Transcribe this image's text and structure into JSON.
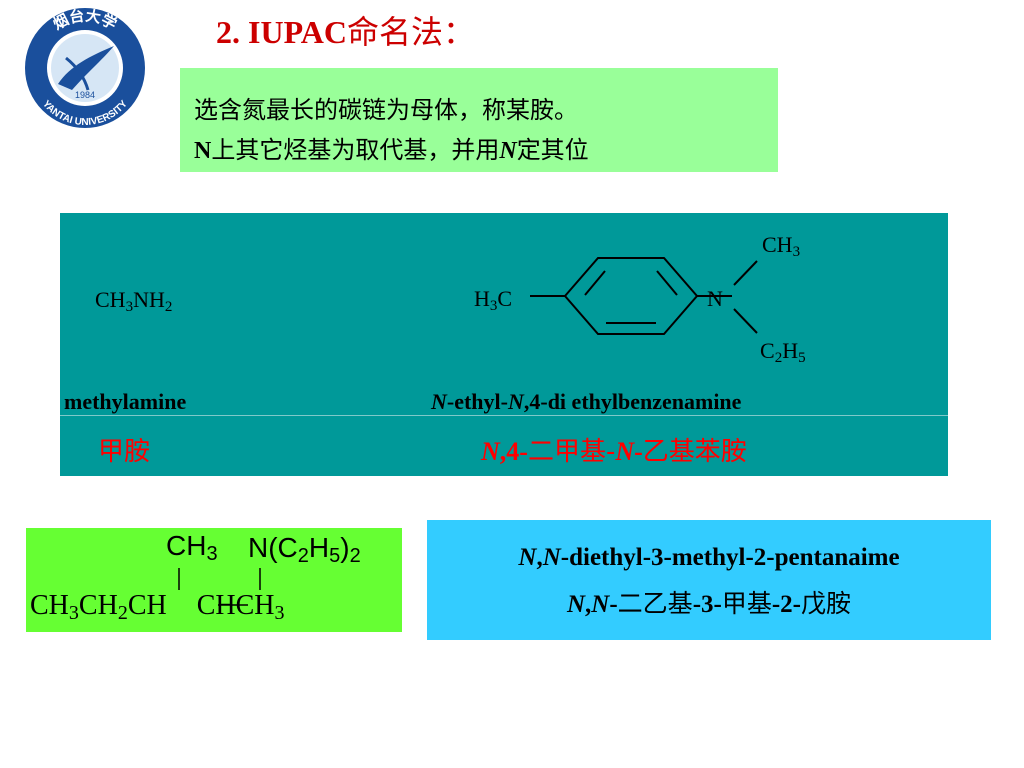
{
  "logo": {
    "top_text": "烟台大学",
    "year": "1984",
    "bottom_text": "YANTAI UNIVERSITY"
  },
  "title": {
    "number": "2. IUPAC",
    "cn": "命名法："
  },
  "rule": {
    "line1": "选含氮最长的碳链为母体，称某胺。",
    "line2_n": "N",
    "line2_mid": "上其它烃基为取代基，并用",
    "line2_n2": "N",
    "line2_end": "定其位"
  },
  "examples": {
    "ex1": {
      "formula_ch": "CH",
      "formula_3": "3",
      "formula_nh": "NH",
      "formula_2": "2",
      "english": "methylamine",
      "chinese": "甲胺"
    },
    "ex2": {
      "h3c_h": "H",
      "h3c_3": "3",
      "h3c_c": "C",
      "n": "N",
      "ch3_ch": "CH",
      "ch3_3": "3",
      "c2h5_c": "C",
      "c2h5_2": "2",
      "c2h5_h": "H",
      "c2h5_5": "5",
      "english_n1": "N",
      "english_a": "-ethyl-",
      "english_n2": "N",
      "english_b": ",4-di ethylbenzenamine",
      "chinese_n1": "N",
      "chinese_a": ",4-",
      "chinese_b": "二甲基-",
      "chinese_n2": "N",
      "chinese_c": "-",
      "chinese_d": "乙基苯胺"
    }
  },
  "example3": {
    "structure": {
      "top_ch": "CH",
      "top_3": "3",
      "top_n": "N(C",
      "top_2": "2",
      "top_h": "H",
      "top_5": "5",
      "top_close": ")",
      "top_2b": "2",
      "main_ch": "CH",
      "main_3": "3",
      "main_ch2": "CH",
      "main_2": "2",
      "main_chcommon": "CH",
      "main_chch": "CHCH",
      "main_3b": "3"
    },
    "name_en_n1": "N",
    "name_en_comma": ",",
    "name_en_n2": "N",
    "name_en_rest": "-diethyl-3-methyl-2-pentanaime",
    "name_cn_n1": "N",
    "name_cn_comma": ",",
    "name_cn_n2": "N",
    "name_cn_a": "-",
    "name_cn_b": "二乙基",
    "name_cn_c": "-3-",
    "name_cn_d": "甲基",
    "name_cn_e": "-2-",
    "name_cn_f": "戊胺"
  },
  "colors": {
    "title": "#cc0000",
    "rule_bg": "#99ff99",
    "panel_bg": "#009999",
    "cn_red": "#ff0000",
    "struct_bg": "#66ff33",
    "name_bg": "#33ccff",
    "logo_blue": "#1a4f9c"
  }
}
